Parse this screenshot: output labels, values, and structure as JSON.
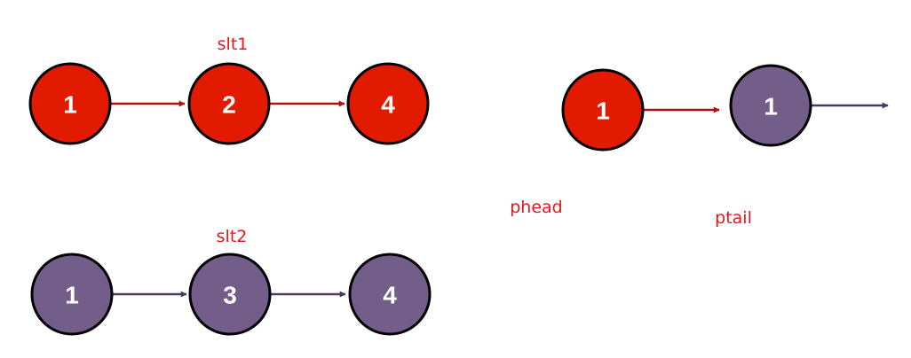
{
  "colors": {
    "red_fill": "#e21a00",
    "purple_fill": "#735e8a",
    "red_arrow": "#b01010",
    "purple_arrow": "#4a3a63",
    "label_red": "#e2181b",
    "node_stroke": "#000000",
    "node_text": "#ffffff"
  },
  "lists": {
    "slt1": {
      "name": "slt1",
      "values": [
        "1",
        "2",
        "4"
      ]
    },
    "slt2": {
      "name": "slt2",
      "values": [
        "1",
        "3",
        "4"
      ]
    }
  },
  "merged": {
    "values": [
      "1",
      "1"
    ],
    "head_label": "phead",
    "tail_label": "ptail"
  }
}
